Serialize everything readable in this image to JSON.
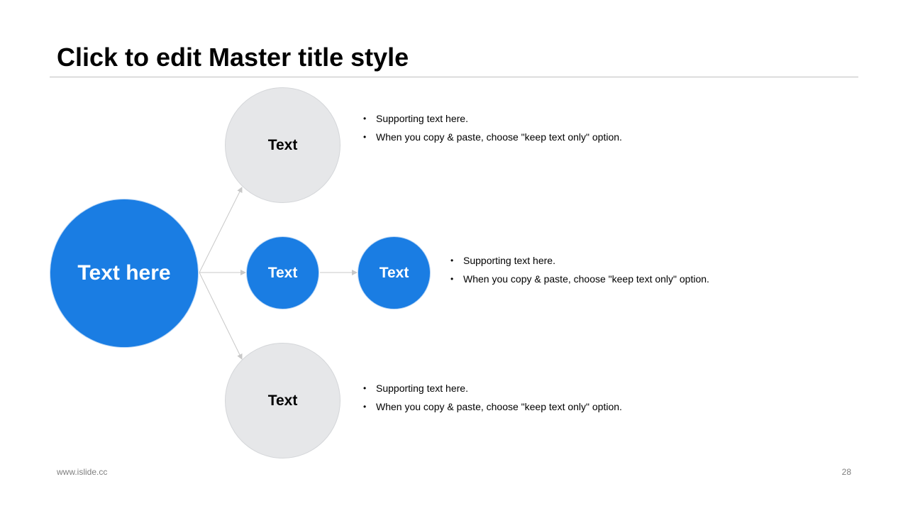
{
  "slide": {
    "title": "Click to edit Master title style",
    "footer_url": "www.islide.cc",
    "page_number": "28"
  },
  "diagram": {
    "main_node": "Text here",
    "top_node": "Text",
    "middle_node_1": "Text",
    "middle_node_2": "Text",
    "bottom_node": "Text",
    "top_bullets": [
      "Supporting text here.",
      "When you copy & paste, choose \"keep text only\" option."
    ],
    "middle_bullets": [
      "Supporting text here.",
      "When you copy & paste, choose \"keep text only\" option."
    ],
    "bottom_bullets": [
      "Supporting text here.",
      "When you copy & paste, choose \"keep text only\" option."
    ]
  },
  "colors": {
    "accent_blue": "#1a7de3",
    "node_grey": "#e6e7e9",
    "connector_grey": "#c8c8c8"
  }
}
